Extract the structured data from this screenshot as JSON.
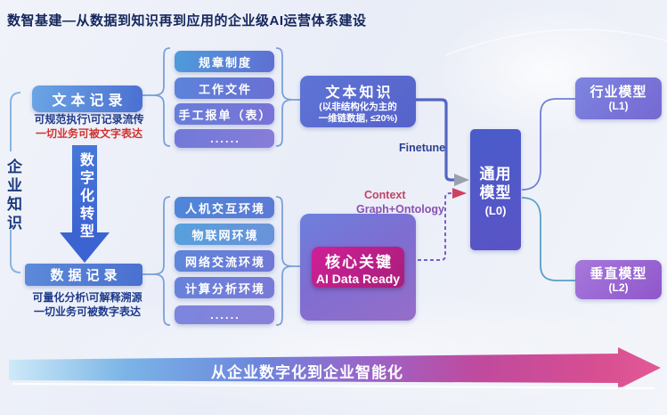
{
  "title": "数智基建—从数据到知识再到应用的企业级AI运营体系建设",
  "left_column": {
    "bracket_label": "企业知识",
    "text_record": {
      "label": "文本记录",
      "note1": "可规范执行\\可记录流传",
      "note2": "一切业务可被文字表达"
    },
    "transform_arrow_label": "数字化转型",
    "data_record": {
      "label": "数据记录",
      "note1": "可量化分析\\可解释溯源",
      "note2": "一切业务可被数字表达"
    }
  },
  "text_sources": {
    "items": [
      "规章制度",
      "工作文件",
      "手工报单（表）",
      "......"
    ]
  },
  "data_sources": {
    "items": [
      "人机交互环境",
      "物联网环境",
      "网络交流环境",
      "计算分析环境",
      "......"
    ]
  },
  "text_knowledge": {
    "title": "文本知识",
    "subtitle_line1": "(以非结构化为主的",
    "subtitle_line2": "一维链数据, ≤20%)"
  },
  "core_key": {
    "title": "核心关键",
    "subtitle": "AI Data Ready"
  },
  "labels": {
    "finetune": "Finetune",
    "context_line1": "Context",
    "context_line2": "Graph+Ontology"
  },
  "models": {
    "general": {
      "line1": "通用",
      "line2": "模型",
      "level": "(L0)"
    },
    "industry": {
      "label": "行业模型",
      "level": "(L1)"
    },
    "vertical": {
      "label": "垂直模型",
      "level": "(L2)"
    }
  },
  "bottom_arrow": {
    "label": "从企业数字化到企业智能化"
  },
  "colors": {
    "navy_text": "#1d3a8a",
    "red_text": "#d1322f",
    "magenta_accent": "#cf2096",
    "context_label": "#c04468",
    "arrow_gradient_start": "#cdeaf8",
    "arrow_gradient_end": "#e25a95"
  }
}
